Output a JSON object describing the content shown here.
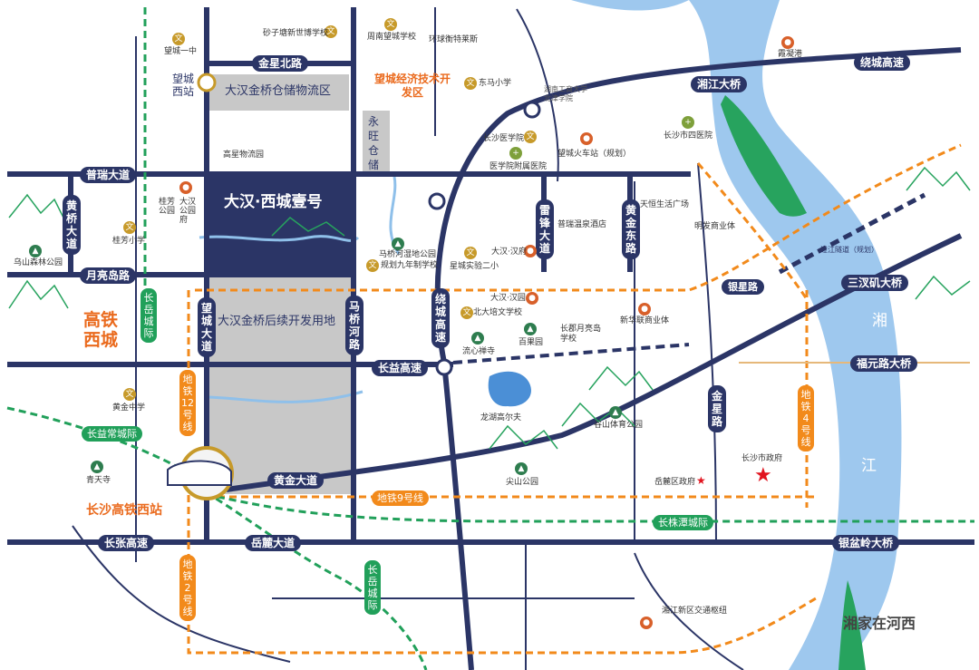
{
  "areas": {
    "warehouse": "大汉金桥仓储物流区",
    "project": "大汉·西城壹号",
    "future": "大汉金桥后续开发用地",
    "yongwang": "永旺仓储",
    "economic": "望城经济技术开发区",
    "hsr_west": "高铁西城",
    "xiang": "湘",
    "jiang": "江",
    "station": "长沙高铁西站"
  },
  "roads": {
    "jinxing_bei": "金星北路",
    "purui": "普瑞大道",
    "yueliangdao": "月亮岛路",
    "huangqiao": "黄桥大道",
    "wangcheng": "望城大道",
    "maqiaohe": "马桥河路",
    "leifeng": "雷锋大道",
    "huangjin_east": "黄金东路",
    "raocheng": "绕城高速",
    "changyi": "长益高速",
    "huangjin": "黄金大道",
    "changzhang": "长张高速",
    "yuelu": "岳麓大道",
    "jinxing": "金星路",
    "yinxing": "银星路",
    "xiangjiang_bridge": "湘江大桥",
    "raocheng_top": "绕城高速",
    "sanchaji": "三汊矶大桥",
    "fuyuan": "福元路大桥",
    "yinpenling": "银盆岭大桥",
    "guojiang": "过江隧道（规划）"
  },
  "lines": {
    "metro12": "地铁12号线",
    "metro9": "地铁9号线",
    "metro2": "地铁2号线",
    "metro4": "地铁4号线",
    "changyichang": "长益常城际",
    "changzhutan": "长株潭城际",
    "changyue": "长岳城际",
    "changyueshan": "长岳城际"
  },
  "pois": {
    "wangcheng_yizhong": "望城一中",
    "wangcheng_west_station": "望城西站",
    "shaziling": "砂子塘新世博学校",
    "zhoutang": "周南望城学校",
    "huanqiu": "环球衡特莱斯",
    "dongma": "东马小学",
    "hunan_gongshang": "湖南工商大学北津学院",
    "changsha_yixueyuan": "长沙医学院",
    "yixueyuan_fushu": "医学院附属医院",
    "wangcheng_railway": "望城火车站（规划）",
    "changsha_si": "长沙市四医院",
    "gaoxing_wuliu": "高星物流园",
    "guifang_park": "桂芳公园",
    "dahan_gongyuanfu": "大汉公园府",
    "guifang_xiaoxue": "桂芳小学",
    "wushan_park": "乌山森林公园",
    "maqiaohe_park": "马桥河湿地公园",
    "guihua_school": "规划九年制学校",
    "xingcheng_shiyan": "星城实验二小",
    "dahan_hanfu": "大汉·汉府",
    "puruiwenquan": "普瑞温泉酒店",
    "tianheng": "天恒生活广场",
    "mingfa": "明发商业体",
    "dahan_hanyuan": "大汉·汉园",
    "beida_peiwen": "北大培文学校",
    "liuxin_chan": "流心禅寺",
    "baiguo": "百果园",
    "changjun": "长郡月亮岛学校",
    "xinhualian": "新华联商业体",
    "huangjin_zhongxue": "黄金中学",
    "longhu_golf": "龙湖高尔夫",
    "gushan_tiyu": "谷山体育公园",
    "qingtian": "青天寺",
    "shishan": "尖山公园",
    "yuelu_gov": "岳麓区政府",
    "changsha_gov": "长沙市政府",
    "xiangjiang_hub": "湘江新区交通枢纽",
    "wangcheng_port": "霞凝港"
  },
  "watermark": "湘家在河西"
}
